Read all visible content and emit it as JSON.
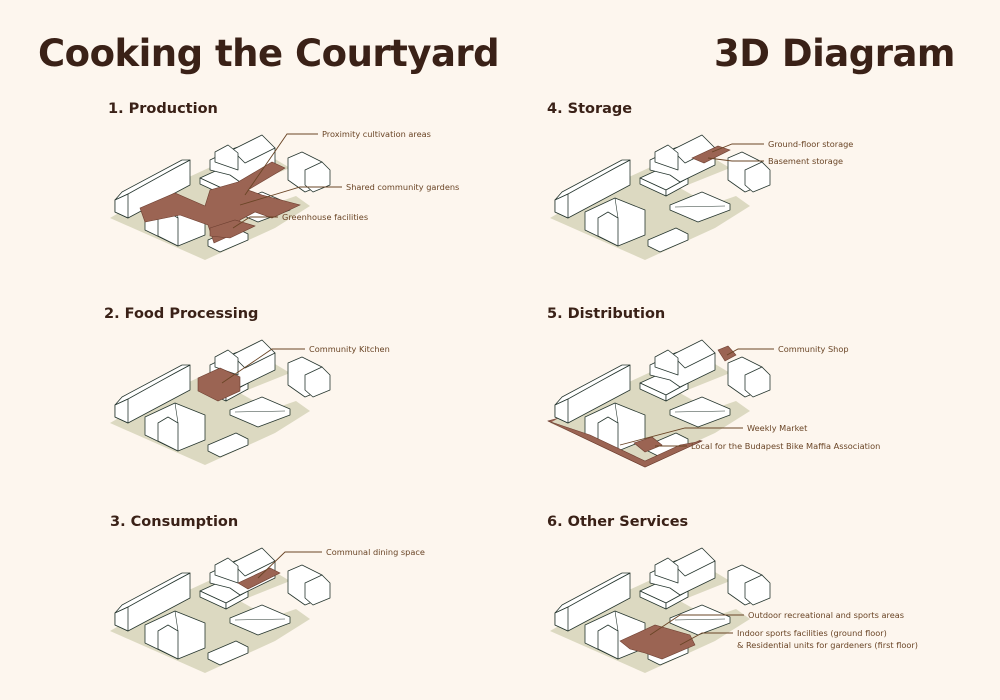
{
  "header": {
    "title": "Cooking the Courtyard",
    "subtitle": "3D Diagram"
  },
  "colors": {
    "background": "#fdf6ee",
    "title": "#3a2117",
    "highlight": "#9b6453",
    "ground": "#dcd9c1",
    "label": "#6a4526"
  },
  "panels": [
    {
      "title": "1. Production",
      "labels": [
        "Proximity cultivation areas",
        "Shared community gardens",
        "Greenhouse facilities"
      ]
    },
    {
      "title": "2. Food Processing",
      "labels": [
        "Community Kitchen"
      ]
    },
    {
      "title": "3. Consumption",
      "labels": [
        "Communal dining space"
      ]
    },
    {
      "title": "4. Storage",
      "labels": [
        "Ground-floor storage",
        "Basement storage"
      ]
    },
    {
      "title": "5. Distribution",
      "labels": [
        "Community Shop",
        "Weekly Market",
        "Local for the Budapest Bike Maffia Association"
      ]
    },
    {
      "title": "6. Other Services",
      "labels": [
        "Outdoor recreational and sports areas",
        "Indoor sports facilities (ground floor)",
        "& Residential units for gardeners (first floor)"
      ]
    }
  ]
}
